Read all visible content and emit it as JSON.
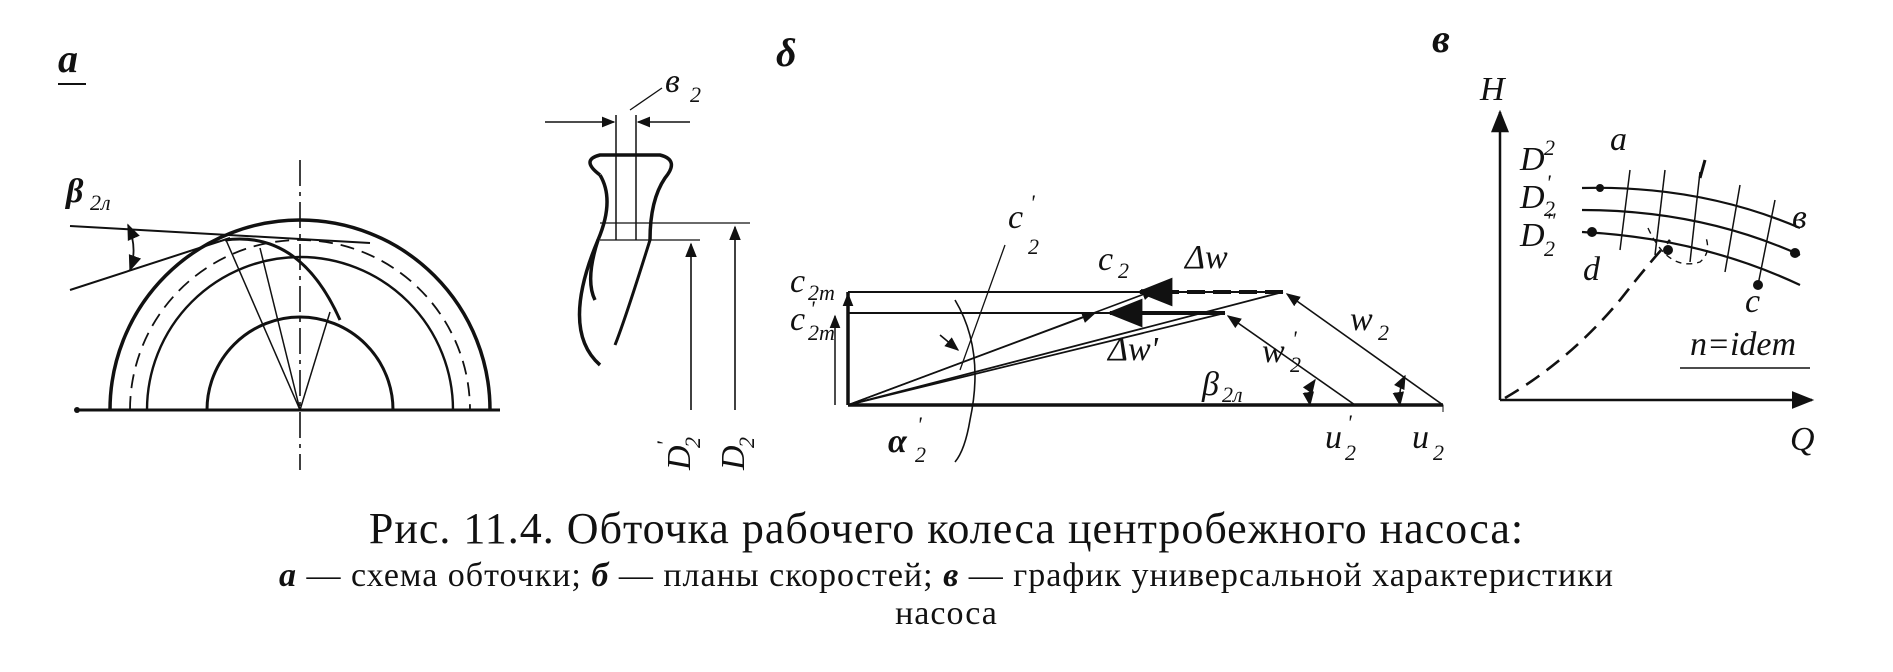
{
  "panels": {
    "a": {
      "label": "а",
      "beta_label": "β",
      "beta_sub": "2л",
      "b2_label": "в",
      "b2_sub": "2",
      "d2p_label": "D",
      "d2p_sub": "2",
      "d2p_prime": "'",
      "d2_label": "D",
      "d2_sub": "2"
    },
    "b": {
      "label": "δ",
      "c2m": "c",
      "c2m_sub": "2m",
      "c2m_prime": "c",
      "c2m_prime_sub": "2m",
      "c2_prime": "c",
      "c2_prime_sub": "2",
      "c2": "c",
      "c2_sub": "2",
      "dw": "Δw",
      "dw_prime": "Δw'",
      "w2_prime": "w",
      "w2_prime_sub": "2",
      "w2": "w",
      "w2_sub": "2",
      "beta": "β",
      "beta_sub": "2л",
      "alpha": "α",
      "alpha_sub": "2",
      "u2_prime": "u",
      "u2_prime_sub": "2",
      "u2": "u",
      "u2_sub": "2",
      "prime": "'"
    },
    "c": {
      "label": "в",
      "axis_h": "H",
      "axis_q": "Q",
      "d2": "D",
      "d2_sub": "2",
      "d2p": "D",
      "d2p_sub": "2",
      "d2p_mark": "'",
      "d2pp": "D",
      "d2pp_sub": "2",
      "d2pp_mark": "''",
      "pt_a": "a",
      "pt_b": "в",
      "pt_c": "c",
      "pt_d": "d",
      "n_label": "n=idem"
    }
  },
  "caption": {
    "line1": "Рис. 11.4. Обточка рабочего колеса центробежного насоса:",
    "a_letter": "а",
    "a_text": " — схема обточки; ",
    "b_letter": "б",
    "b_text": " — планы скоростей; ",
    "c_letter": "в",
    "c_text": " — график универсальной характеристики",
    "line3": "насоса"
  }
}
